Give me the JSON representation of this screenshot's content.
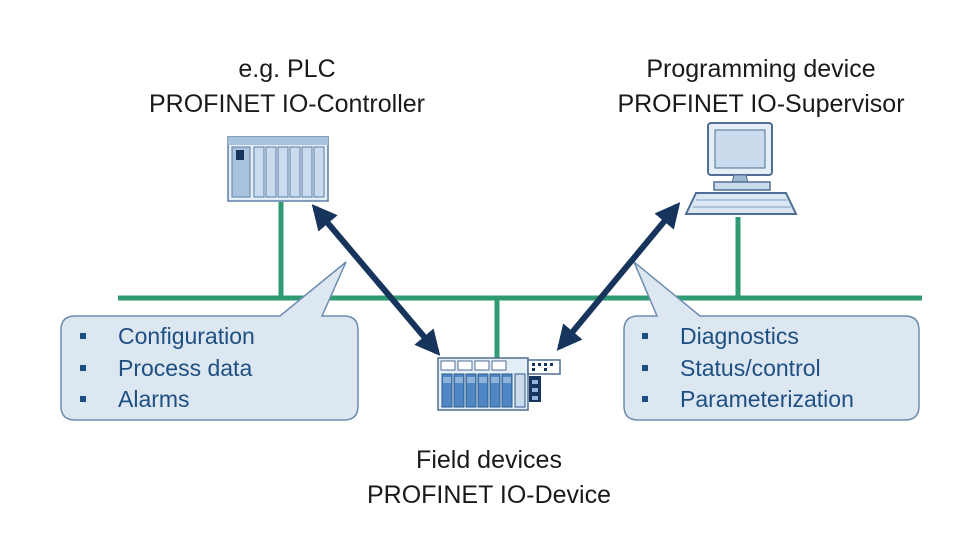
{
  "controller": {
    "line1": "e.g. PLC",
    "line2": "PROFINET IO-Controller",
    "icon": "plc-icon"
  },
  "supervisor": {
    "line1": "Programming device",
    "line2": "PROFINET IO-Supervisor",
    "icon": "computer-icon"
  },
  "device": {
    "line1": "Field devices",
    "line2": "PROFINET IO-Device",
    "icon": "field-device-icon"
  },
  "left_callout": {
    "items": [
      "Configuration",
      "Process data",
      "Alarms"
    ]
  },
  "right_callout": {
    "items": [
      "Diagnostics",
      "Status/control",
      "Parameterization"
    ]
  },
  "colors": {
    "bus": "#2e9b73",
    "arrow": "#17345c",
    "callout_fill": "#dce7f1",
    "callout_stroke": "#6c8db0",
    "text_blue": "#1e4f82"
  }
}
